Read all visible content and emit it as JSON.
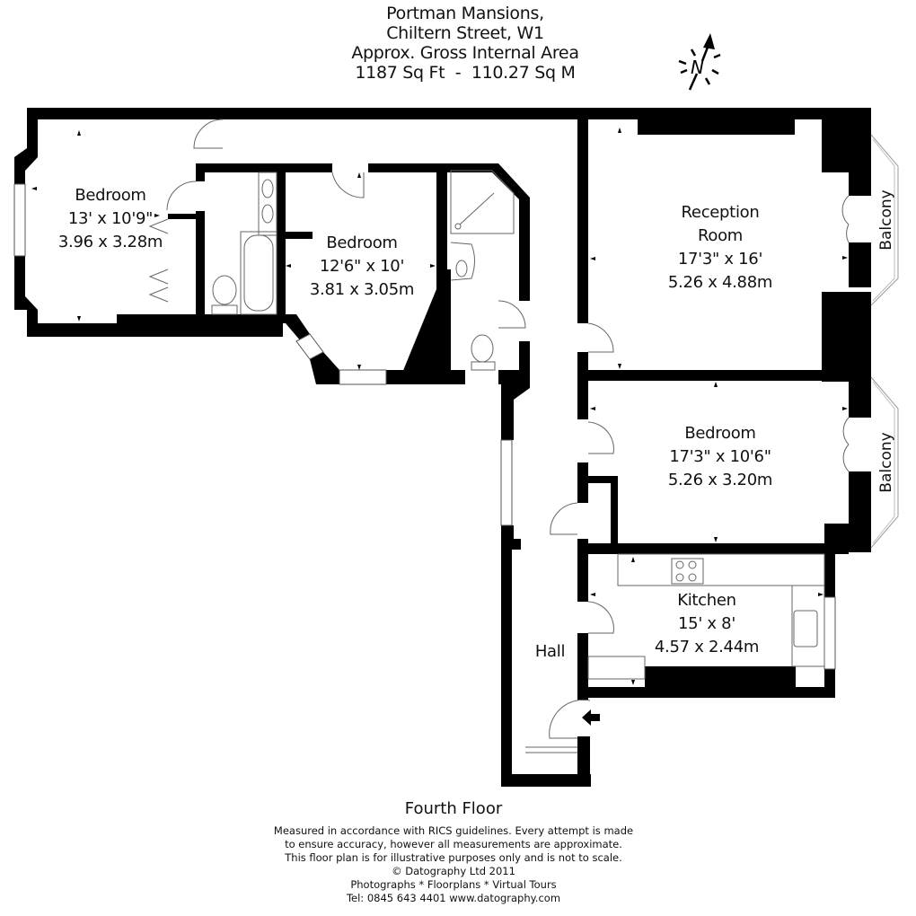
{
  "header": {
    "lines": [
      "Portman Mansions,",
      "Chiltern Street, W1",
      "Approx. Gross Internal Area",
      "1187 Sq Ft  -  110.27 Sq M"
    ]
  },
  "compass": {
    "icon": "north-arrow-icon",
    "label": "N"
  },
  "rooms": [
    {
      "id": "bedroom-1",
      "name": "Bedroom",
      "imperial": "13' x 10'9\"",
      "metric": "3.96 x 3.28m"
    },
    {
      "id": "bedroom-2",
      "name": "Bedroom",
      "imperial": "12'6\" x 10'",
      "metric": "3.81 x 3.05m"
    },
    {
      "id": "reception",
      "name": "Reception",
      "name2": "Room",
      "imperial": "17'3\" x 16'",
      "metric": "5.26 x 4.88m"
    },
    {
      "id": "bedroom-3",
      "name": "Bedroom",
      "imperial": "17'3\" x 10'6\"",
      "metric": "5.26 x 3.20m"
    },
    {
      "id": "kitchen",
      "name": "Kitchen",
      "imperial": "15' x 8'",
      "metric": "4.57 x 2.44m"
    },
    {
      "id": "hall",
      "name": "Hall"
    }
  ],
  "balconies": [
    "Balcony",
    "Balcony"
  ],
  "entrance": {
    "icon": "entrance-arrow-icon"
  },
  "footer": {
    "floor": "Fourth Floor",
    "notes": [
      "Measured in accordance with RICS guidelines. Every attempt is made",
      "to ensure accuracy, however all measurements are approximate.",
      "This floor plan is for illustrative purposes only and is not to scale.",
      "© Datography Ltd 2011",
      "Photographs * Floorplans * Virtual Tours",
      "Tel: 0845 643 4401 www.datography.com"
    ]
  },
  "colors": {
    "wall": "#000000",
    "fixture": "#555555",
    "background": "#ffffff"
  }
}
